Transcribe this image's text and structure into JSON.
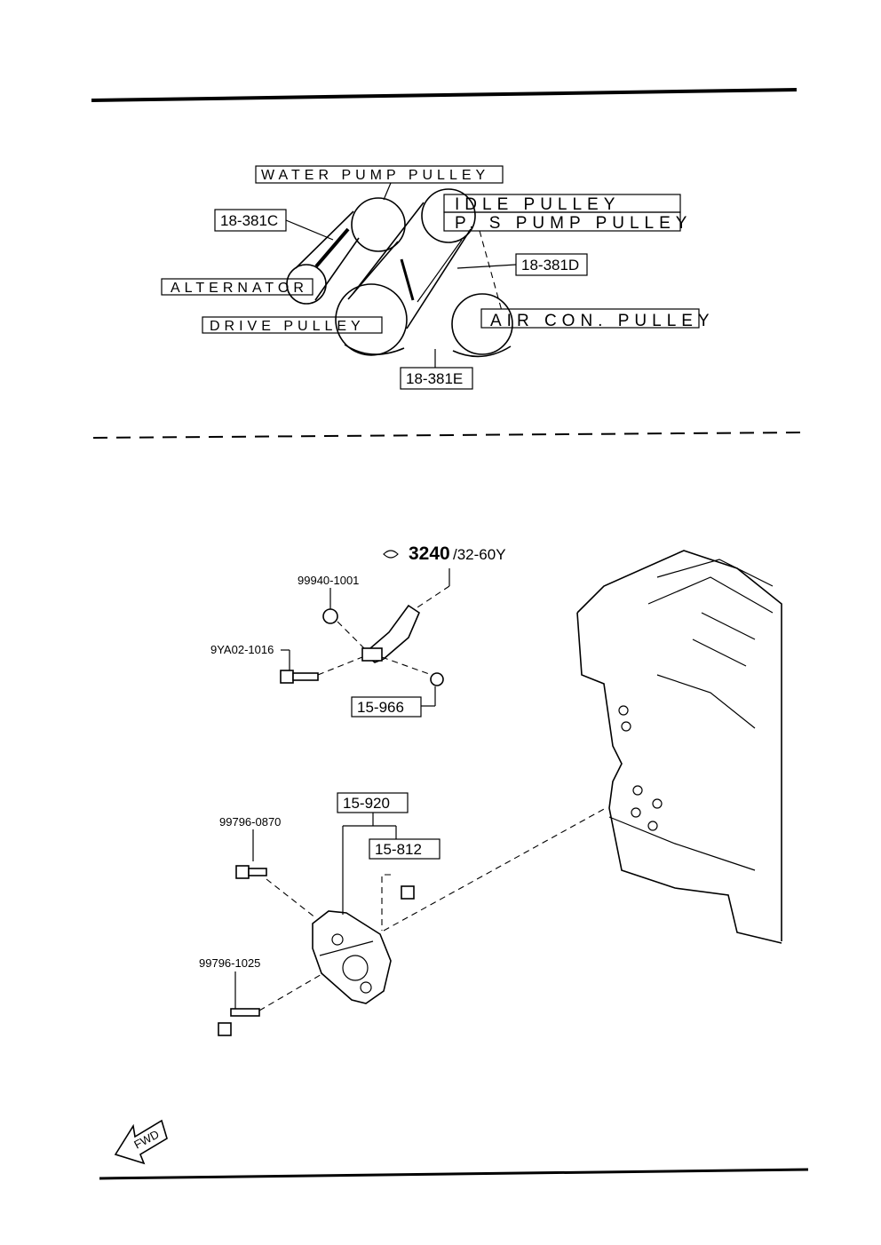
{
  "belt_diagram": {
    "water_pump_pulley": "WATER PUMP PULLEY",
    "idle_pulley": "IDLE PULLEY",
    "ps_pump_pulley": "P. S PUMP PULLEY",
    "alternator": "ALTERNATOR",
    "drive_pulley": "DRIVE PULLEY",
    "air_con_pulley": "AIR CON. PULLEY",
    "part_18_381C": "18-381C",
    "part_18_381D": "18-381D",
    "part_18_381E": "18-381E"
  },
  "bracket_diagram": {
    "ref_main": "3240",
    "ref_sub": "/32-60Y",
    "nut_99940": "99940-1001",
    "bolt_9YA02": "9YA02-1016",
    "part_15_966": "15-966",
    "part_15_920": "15-920",
    "part_15_812": "15-812",
    "bolt_99796_0870": "99796-0870",
    "bolt_99796_1025": "99796-1025",
    "fwd": "FWD"
  }
}
